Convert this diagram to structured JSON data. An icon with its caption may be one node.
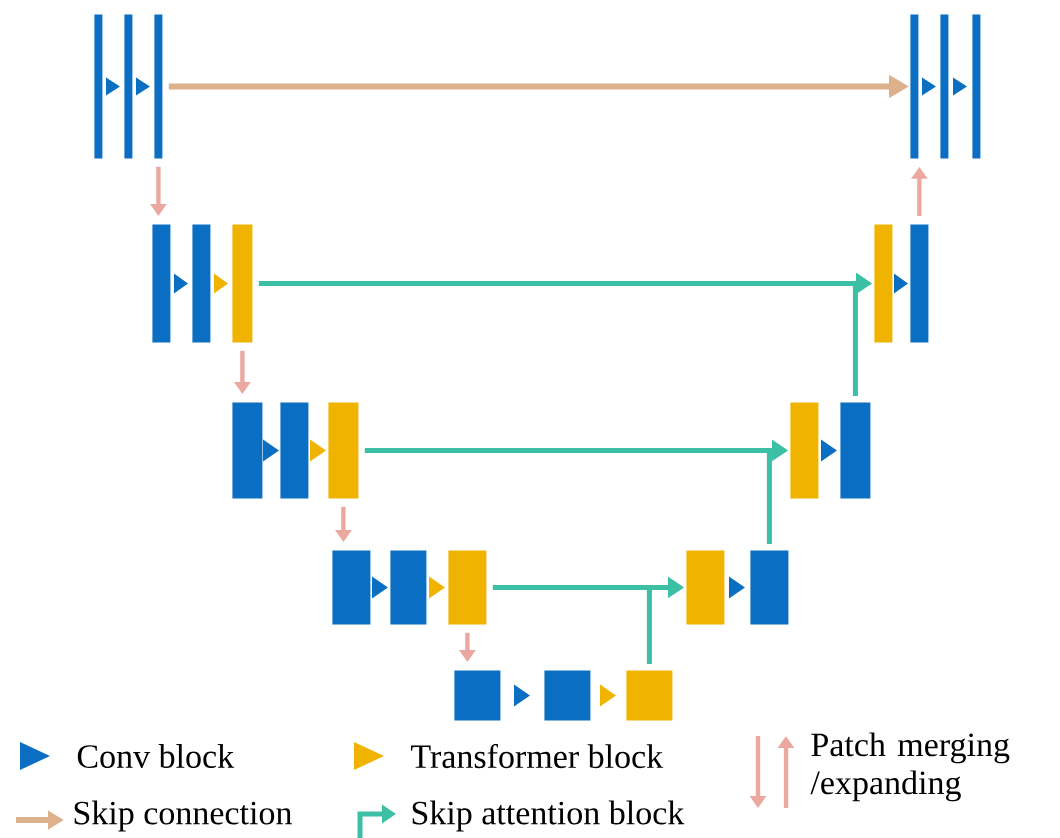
{
  "diagram": {
    "nodes": [
      {
        "text": [],
        "shape": "bar"
      },
      {
        "text": [],
        "shape": "bar"
      },
      {
        "text": [],
        "shape": "bar"
      },
      {
        "text": [],
        "shape": "bar"
      },
      {
        "text": [],
        "shape": "bar"
      },
      {
        "text": [],
        "shape": "bar"
      },
      {
        "text": [],
        "shape": "bar"
      },
      {
        "text": [],
        "shape": "bar"
      },
      {
        "text": [],
        "shape": "bar"
      },
      {
        "text": [],
        "shape": "bar"
      },
      {
        "text": [],
        "shape": "bar"
      },
      {
        "text": [],
        "shape": "bar"
      },
      {
        "text": [],
        "shape": "bar"
      },
      {
        "text": [],
        "shape": "bar"
      },
      {
        "text": [],
        "shape": "bar"
      },
      {
        "text": [],
        "shape": "bar"
      },
      {
        "text": [],
        "shape": "bar"
      },
      {
        "text": [],
        "shape": "bar"
      },
      {
        "text": [],
        "shape": "bar"
      },
      {
        "text": [],
        "shape": "bar"
      },
      {
        "text": [],
        "shape": "bar"
      },
      {
        "text": [],
        "shape": "bar"
      },
      {
        "text": [],
        "shape": "bar"
      },
      {
        "text": [],
        "shape": "bar"
      }
    ],
    "edges": [
      {
        "from": 0,
        "to": 1,
        "arrow": "to"
      },
      {
        "from": 1,
        "to": 2,
        "arrow": "to"
      },
      {
        "from": 3,
        "to": 4,
        "arrow": "to"
      },
      {
        "from": 4,
        "to": 5,
        "arrow": "to"
      },
      {
        "from": 6,
        "to": 7,
        "arrow": "to"
      },
      {
        "from": 7,
        "to": 8,
        "arrow": "to",
        "color": "#f0b400"
      },
      {
        "from": 9,
        "to": 10,
        "arrow": "to"
      },
      {
        "from": 11,
        "to": 12,
        "arrow": "to"
      },
      {
        "from": 12,
        "to": 13,
        "arrow": "to",
        "color": "#f0b400"
      },
      {
        "from": 14,
        "to": 15,
        "arrow": "to"
      },
      {
        "from": 16,
        "to": 17,
        "arrow": "to"
      },
      {
        "from": 17,
        "to": 18,
        "arrow": "to",
        "color": "#f0b400"
      },
      {
        "from": 19,
        "to": 20,
        "arrow": "to"
      },
      {
        "from": 21,
        "to": 22,
        "arrow": "to"
      },
      {
        "from": 22,
        "to": 23,
        "arrow": "to",
        "color": "#f0b400"
      },
      {
        "from": 2,
        "to": 6,
        "arrow": "to",
        "color": "#eba8a0"
      },
      {
        "from": 8,
        "to": 11,
        "arrow": "to",
        "color": "#eba8a0"
      },
      {
        "from": 13,
        "to": 16,
        "arrow": "to",
        "color": "#eba8a0"
      },
      {
        "from": 18,
        "to": 21,
        "arrow": "to",
        "color": "#eba8a0"
      },
      {
        "from": 10,
        "to": 3,
        "arrow": "to",
        "color": "#eba8a0"
      },
      {
        "from": 2,
        "to": 3,
        "arrow": "to",
        "color": "#ddb18c"
      },
      {
        "from": 8,
        "to": 9,
        "arrow": "to",
        "color": "#3cc0a5"
      },
      {
        "from": 15,
        "to": 9,
        "arrow": "to",
        "color": "#3cc0a5"
      },
      {
        "from": 13,
        "to": 14,
        "arrow": "to",
        "color": "#3cc0a5"
      },
      {
        "from": 20,
        "to": 14,
        "arrow": "to",
        "color": "#3cc0a5"
      },
      {
        "from": 18,
        "to": 19,
        "arrow": "to",
        "color": "#3cc0a5"
      },
      {
        "from": 23,
        "to": 19,
        "arrow": "to",
        "color": "#3cc0a5"
      }
    ],
    "legend": [
      {
        "text": "Conv block",
        "color": "#0a6fc2"
      },
      {
        "text": "Transformer block",
        "color": "#f0b400"
      },
      {
        "text": "Patch merging /expanding"
      },
      {
        "text": "Skip connection"
      },
      {
        "text": "Skip attention block"
      }
    ]
  }
}
